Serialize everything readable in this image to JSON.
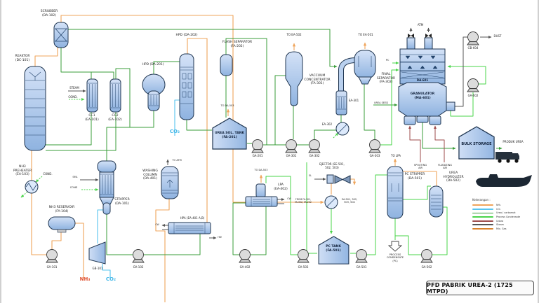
{
  "title_block": {
    "title": "PFD PABRIK UREA-2 (1725 MTPD)"
  },
  "labels": {
    "scrubber": "SCRUBBER\n(DA-102)",
    "reaktor": "REAKTOR\n(DC-101)",
    "steam1": "STEAM",
    "cond1": "COND.",
    "cc1": "CC1\n(EA-101)",
    "cc2": "CC2\n(EA-102)",
    "hpd201": "HPD (DA-201)",
    "hpd202": "HPD (DA-202)",
    "flash_sep": "FLASH SEPARATOR\n(FA-202)",
    "co2_mid": "CO₂",
    "urea_sol_tank": "UREA SOL. TANK\n(FA-201)",
    "to_da503_a": "TO DA-503",
    "ga201": "GA-201",
    "to_ea502": "TO EA-502",
    "vac_conc": "VACCUUM\nCONCENTRATOR\n(FA-301)",
    "to_ea501": "TO EA-501",
    "final_sep": "FINAL\nSEPARATOR\n(FA-302)",
    "ea301": "EA-301",
    "ea302": "EA-302",
    "ga301": "GA-301",
    "ga302": "GA-302",
    "ga303": "GA-303",
    "to_lpa_a": "TO LPA",
    "atm": "ATM",
    "da601": "DA-601",
    "granulator": "GRANULATOR\n(MA-601)",
    "urea_seed": "UREA SEED",
    "pc_in": "PC",
    "spouting_air": "SPOUTING\nAIR",
    "fluidizing_air": "FLUIDIZING\nAIR",
    "gb604": "GB-604",
    "dust": "DUST",
    "ga602": "GA-602",
    "bulk_storage": "BULK STORAGE",
    "produk_urea": "PRODUK UREA",
    "nh3_preheater": "NH3\nPREHEATER\n(EA-103)",
    "cond2": "COND.",
    "nh3_reservoir": "NH3 RESERVOIR\n(FA-104)",
    "ga101": "GA-101",
    "gb101": "GB-101",
    "ga102": "GA-102",
    "nh3_feed": "NH₃",
    "co2_feed": "CO₂",
    "stripper": "STRIPPER\n(DA-101)",
    "sml": "SML",
    "cond3": "COND",
    "washing_column": "WASHING\nCOLUMN\n(DA-401)",
    "to_atm": "TO ATM",
    "hpa": "HPA (EA-401 A,B)",
    "cw1": "CW",
    "hw": "HW",
    "lpa": "LPA\n(EA-402)",
    "to_da503_b": "TO DA-503",
    "cw2": "CW",
    "ga402": "GA-402",
    "ejector": "EJECTOR (EE-501,\n502, 503)",
    "sl": "SL",
    "from_fa": "FROM FA-301,\nFA-302, FA-202",
    "ea50x": "EA-501, 502,\n503, 504",
    "pc_tank": "PC TANK\n(FA-501)",
    "ga503": "GA-503",
    "ga501": "GA-501",
    "process_condensate": "PROCESS\nCONDENSATE\n(PC)",
    "pc_stripper": "PC STRIPPER\n(DA-501)",
    "urea_hydrolizer": "UREA\nHYDROLIZER\n(DA-502)",
    "ga502": "GA-502"
  },
  "legend": {
    "title": "Keterangan :",
    "items": [
      {
        "label": "NH₃",
        "color": "#EFA45B"
      },
      {
        "label": "CO₂",
        "color": "#57C4EE"
      },
      {
        "label": "Urea / carbamat",
        "color": "#3a9d3a"
      },
      {
        "label": "Process Condensate",
        "color": "#4ad44a"
      },
      {
        "label": "Udara",
        "color": "#9E4B4B"
      },
      {
        "label": "Steam",
        "color": "#555555"
      },
      {
        "label": "Mix. Gas",
        "color": "#D9822B"
      }
    ]
  },
  "colors": {
    "nh3_line": "#EFA45B",
    "co2_line": "#57C4EE",
    "urea_line": "#3a9d3a",
    "pc_line": "#4ad44a",
    "air_line": "#9E4B4B",
    "steam_line": "#555555",
    "mix_gas_line": "#D9822B",
    "nh3_text": "#E0502E",
    "co2_text": "#45B8E8",
    "vessel_fill": "#a9c6ea"
  }
}
